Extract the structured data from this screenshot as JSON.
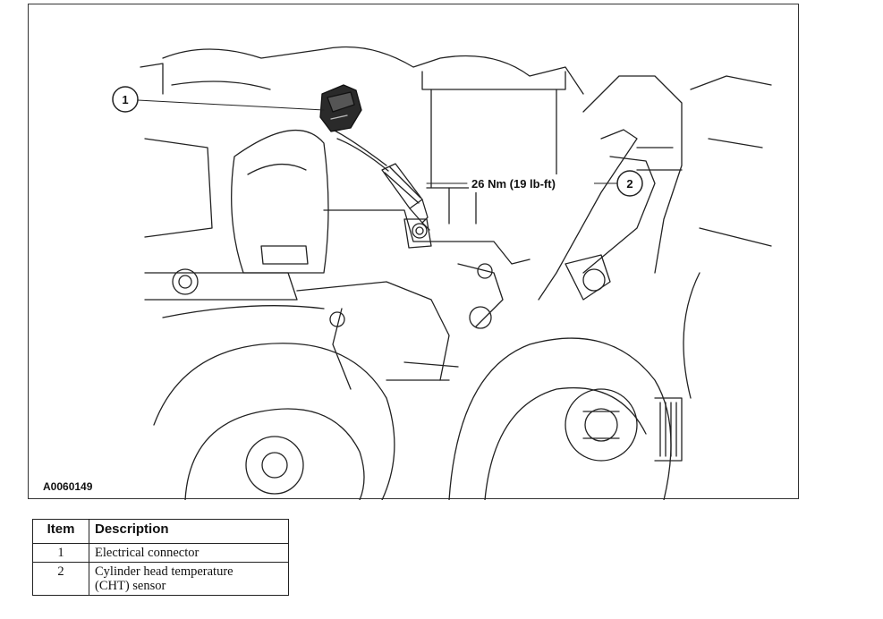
{
  "figure": {
    "id": "A0060149",
    "callouts": [
      {
        "number": "1"
      },
      {
        "number": "2",
        "torque": "26 Nm (19 lb-ft)"
      }
    ]
  },
  "legend": {
    "headers": {
      "item": "Item",
      "description": "Description"
    },
    "rows": [
      {
        "item": "1",
        "description_lines": [
          "Electrical connector"
        ]
      },
      {
        "item": "2",
        "description_lines": [
          "Cylinder head temperature",
          "(CHT) sensor"
        ]
      }
    ]
  }
}
